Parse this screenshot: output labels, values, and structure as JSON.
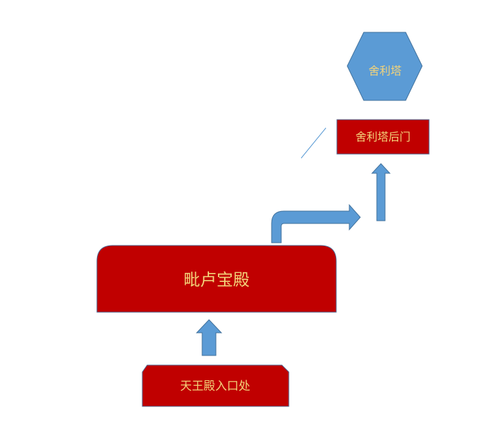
{
  "nodes": {
    "entrance": {
      "label": "天王殿入口处"
    },
    "main_hall": {
      "label": "毗卢宝殿"
    },
    "pagoda_back_gate": {
      "label": "舍利塔后门"
    },
    "pagoda": {
      "label": "舍利塔"
    }
  },
  "colors": {
    "box_fill": "#c00000",
    "box_stroke": "#4f6b96",
    "box_text": "#f2d37a",
    "arrow_fill": "#5b9bd5",
    "arrow_stroke": "#41719c",
    "hexagon_fill": "#5b9bd5",
    "hexagon_text": "#f2d37a",
    "line": "#5b9bd5"
  }
}
